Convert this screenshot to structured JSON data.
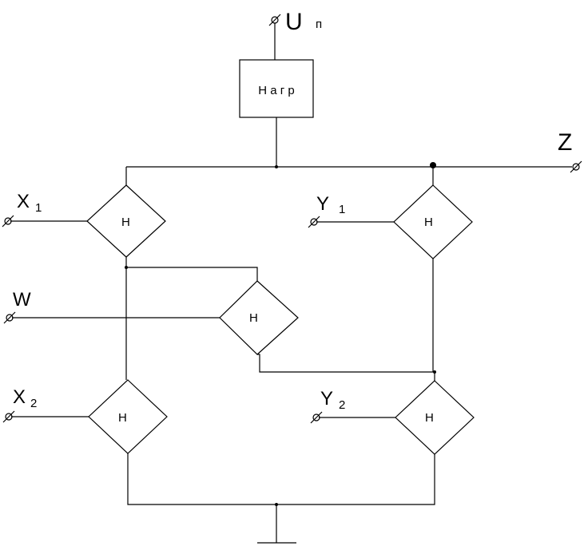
{
  "supply": {
    "symbol": "U",
    "subscript": "п"
  },
  "load": {
    "label": "Н а г р"
  },
  "output": {
    "label": "Z"
  },
  "inputs": {
    "x1": {
      "symbol": "X",
      "index": "1"
    },
    "y1": {
      "symbol": "Y",
      "index": "1"
    },
    "w": {
      "symbol": "W"
    },
    "x2": {
      "symbol": "X",
      "index": "2"
    },
    "y2": {
      "symbol": "Y",
      "index": "2"
    }
  },
  "elements": {
    "e1": {
      "label": "H"
    },
    "e2": {
      "label": "H"
    },
    "e3": {
      "label": "H"
    },
    "e4": {
      "label": "H"
    },
    "e5": {
      "label": "H"
    }
  }
}
